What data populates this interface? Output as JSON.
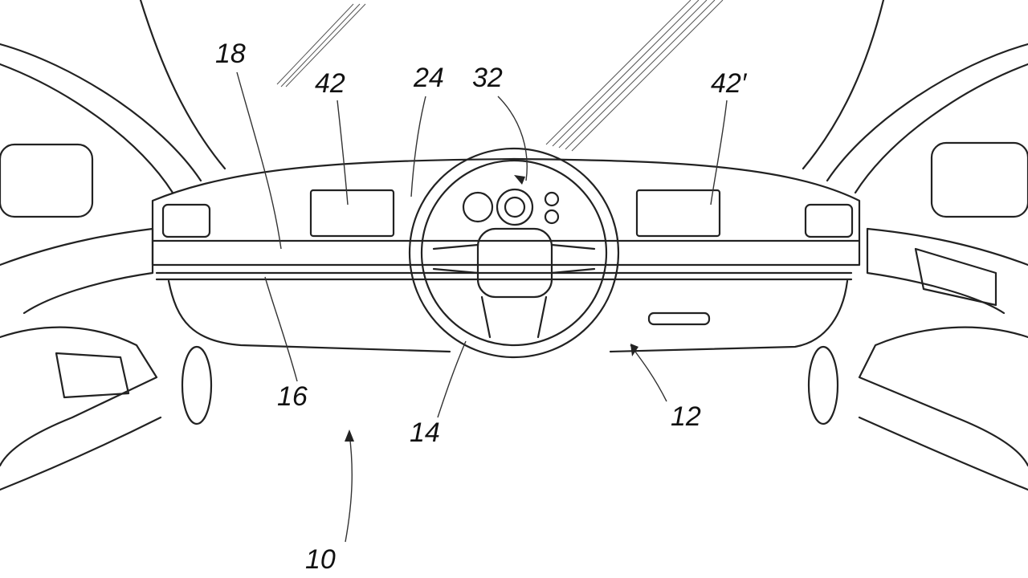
{
  "figure": {
    "labels": {
      "l18": "18",
      "l42": "42",
      "l24": "24",
      "l32": "32",
      "l42p": "42′",
      "l16": "16",
      "l14": "14",
      "l12": "12",
      "l10": "10"
    }
  }
}
